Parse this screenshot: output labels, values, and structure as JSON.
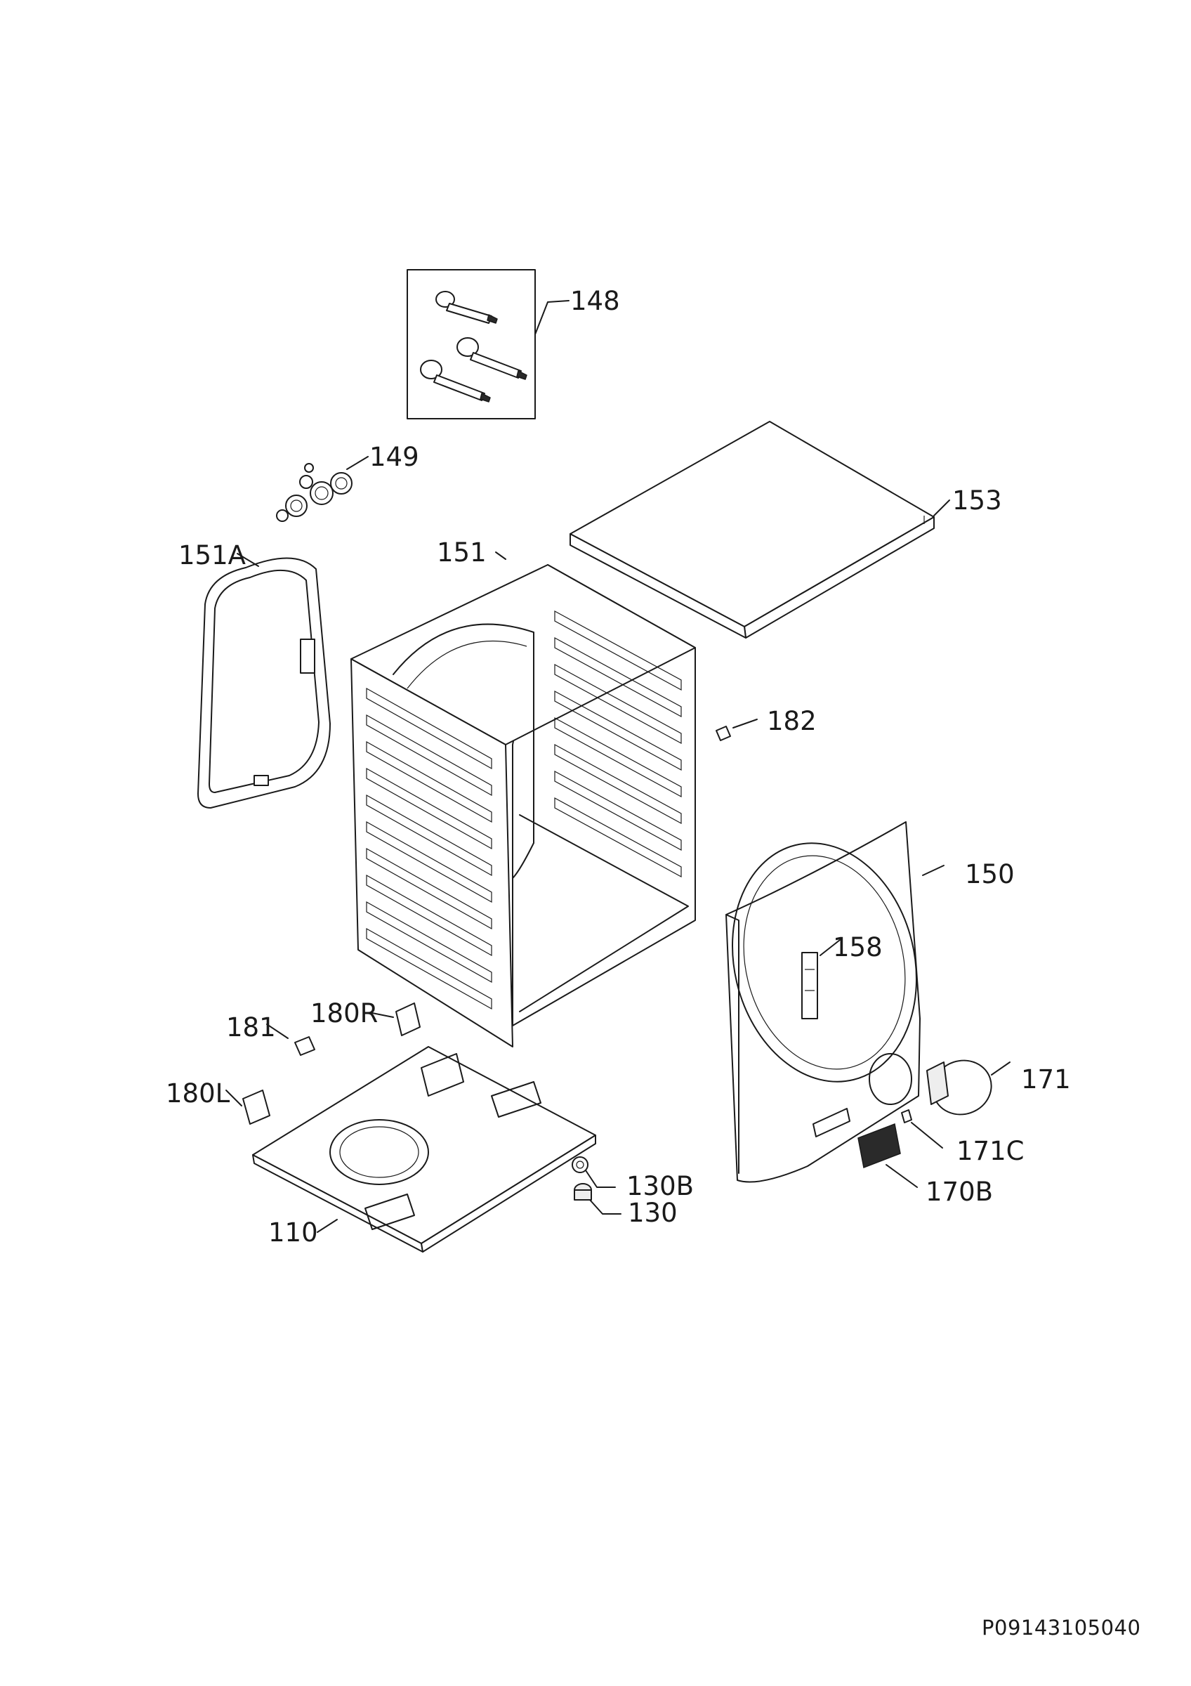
{
  "diagram": {
    "callouts": {
      "c148": "148",
      "c149": "149",
      "c153": "153",
      "c151A": "151A",
      "c151": "151",
      "c182": "182",
      "c150": "150",
      "c158": "158",
      "c181": "181",
      "c180R": "180R",
      "c171": "171",
      "c180L": "180L",
      "c171C": "171C",
      "c130B": "130B",
      "c170B": "170B",
      "c130": "130",
      "c110": "110"
    },
    "drawing_code": "P09143105040"
  }
}
